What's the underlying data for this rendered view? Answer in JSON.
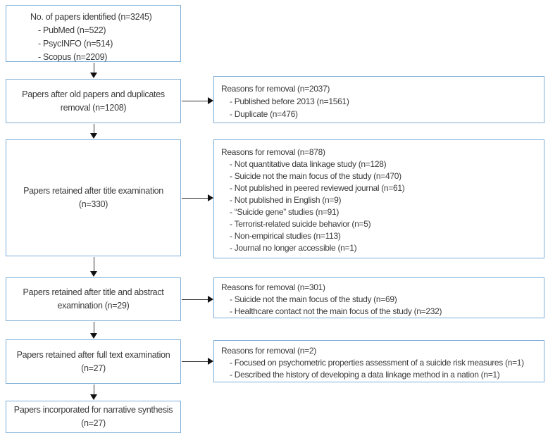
{
  "flow": {
    "left": [
      {
        "title": "No. of papers identified (n=3245)",
        "items": [
          "- PubMed (n=522)",
          "- PsycINFO (n=514)",
          "- Scopus (n=2209)"
        ]
      },
      {
        "lines": [
          "Papers after old papers and duplicates",
          "removal (n=1208)"
        ]
      },
      {
        "lines": [
          "Papers retained after title examination",
          "(n=330)"
        ]
      },
      {
        "lines": [
          "Papers retained after title and abstract",
          "examination (n=29)"
        ]
      },
      {
        "lines": [
          "Papers retained after full text examination",
          "(n=27)"
        ]
      },
      {
        "lines": [
          "Papers incorporated for narrative synthesis",
          "(n=27)"
        ]
      }
    ],
    "right": [
      {
        "title": "Reasons for removal (n=2037)",
        "items": [
          "- Published before 2013 (n=1561)",
          "- Duplicate (n=476)"
        ]
      },
      {
        "title": "Reasons for removal (n=878)",
        "items": [
          "- Not quantitative data linkage study (n=128)",
          "- Suicide not the main focus of the study (n=470)",
          "- Not published in peered reviewed journal (n=61)",
          "- Not published in English (n=9)",
          "- “Suicide gene” studies (n=91)",
          "- Terrorist-related suicide behavior (n=5)",
          "- Non-empirical studies (n=113)",
          "- Journal no longer accessible (n=1)"
        ]
      },
      {
        "title": "Reasons for removal (n=301)",
        "items": [
          "- Suicide not the main focus of the study (n=69)",
          "- Healthcare contact not the main focus of the study (n=232)"
        ]
      },
      {
        "title": "Reasons for removal (n=2)",
        "items": [
          "- Focused on psychometric properties assessment of a suicide risk measures (n=1)",
          "- Described the history of developing a data linkage method in a nation (n=1)"
        ]
      }
    ],
    "colors": {
      "box_border": "#7dafd9",
      "text": "#3a3a3a",
      "arrow": "#111111",
      "background": "#ffffff"
    }
  }
}
